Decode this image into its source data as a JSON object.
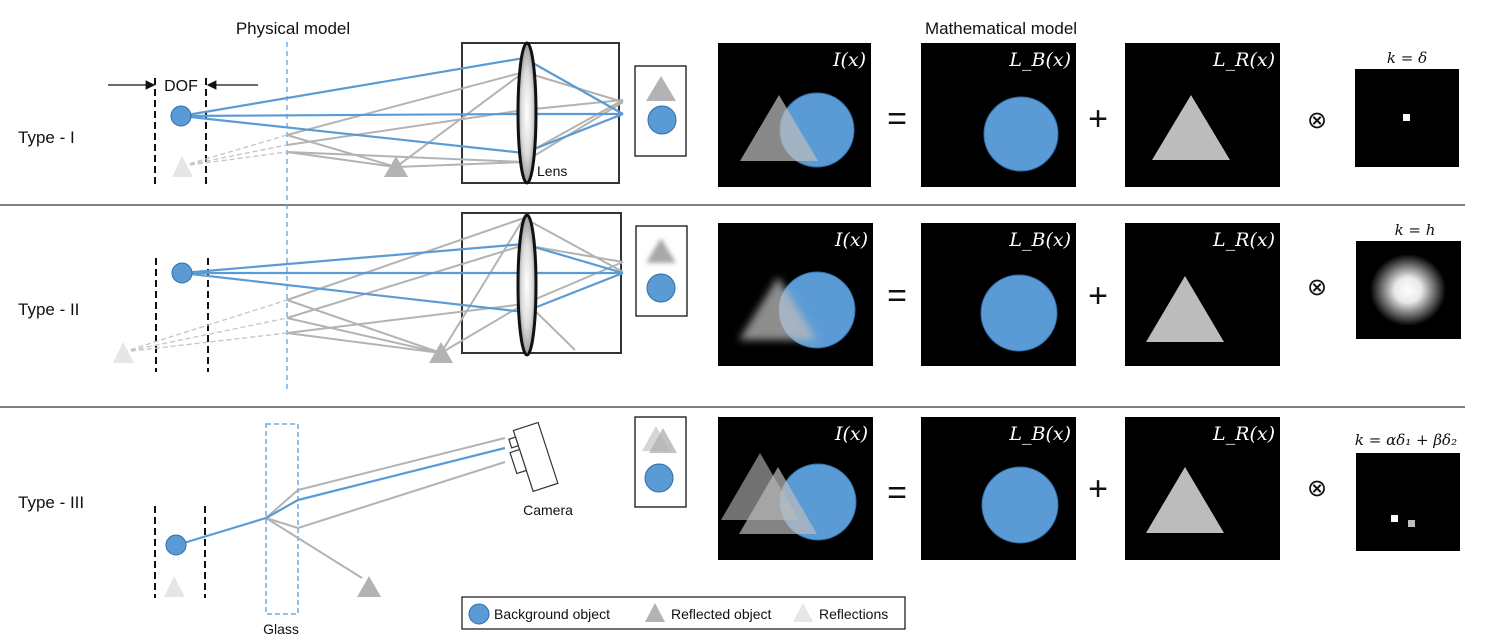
{
  "headings": {
    "physical": "Physical model",
    "mathematical": "Mathematical model"
  },
  "labels": {
    "dof": "DOF",
    "lens": "Lens",
    "camera": "Camera",
    "glass": "Glass"
  },
  "rows": [
    {
      "type_label": "Type - I",
      "image_label": "I(x)",
      "background_label": "L_B(x)",
      "reflection_label": "L_R(x)",
      "kernel_label": "k = δ",
      "operators": {
        "equals": "=",
        "plus": "+",
        "conv": "⊗"
      }
    },
    {
      "type_label": "Type - II",
      "image_label": "I(x)",
      "background_label": "L_B(x)",
      "reflection_label": "L_R(x)",
      "kernel_label": "k = h",
      "operators": {
        "equals": "=",
        "plus": "+",
        "conv": "⊗"
      }
    },
    {
      "type_label": "Type - III",
      "image_label": "I(x)",
      "background_label": "L_B(x)",
      "reflection_label": "L_R(x)",
      "kernel_label": "k = αδ₁ + βδ₂",
      "operators": {
        "equals": "=",
        "plus": "+",
        "conv": "⊗"
      }
    }
  ],
  "legend": {
    "background": "Background object",
    "reflected": "Reflected object",
    "reflections": "Reflections"
  },
  "colors": {
    "blue": "#5b9bd5",
    "blue_dark": "#2f6ea8",
    "gray": "#aaaaaa",
    "light_gray": "#e3e3e3",
    "black": "#000000"
  }
}
